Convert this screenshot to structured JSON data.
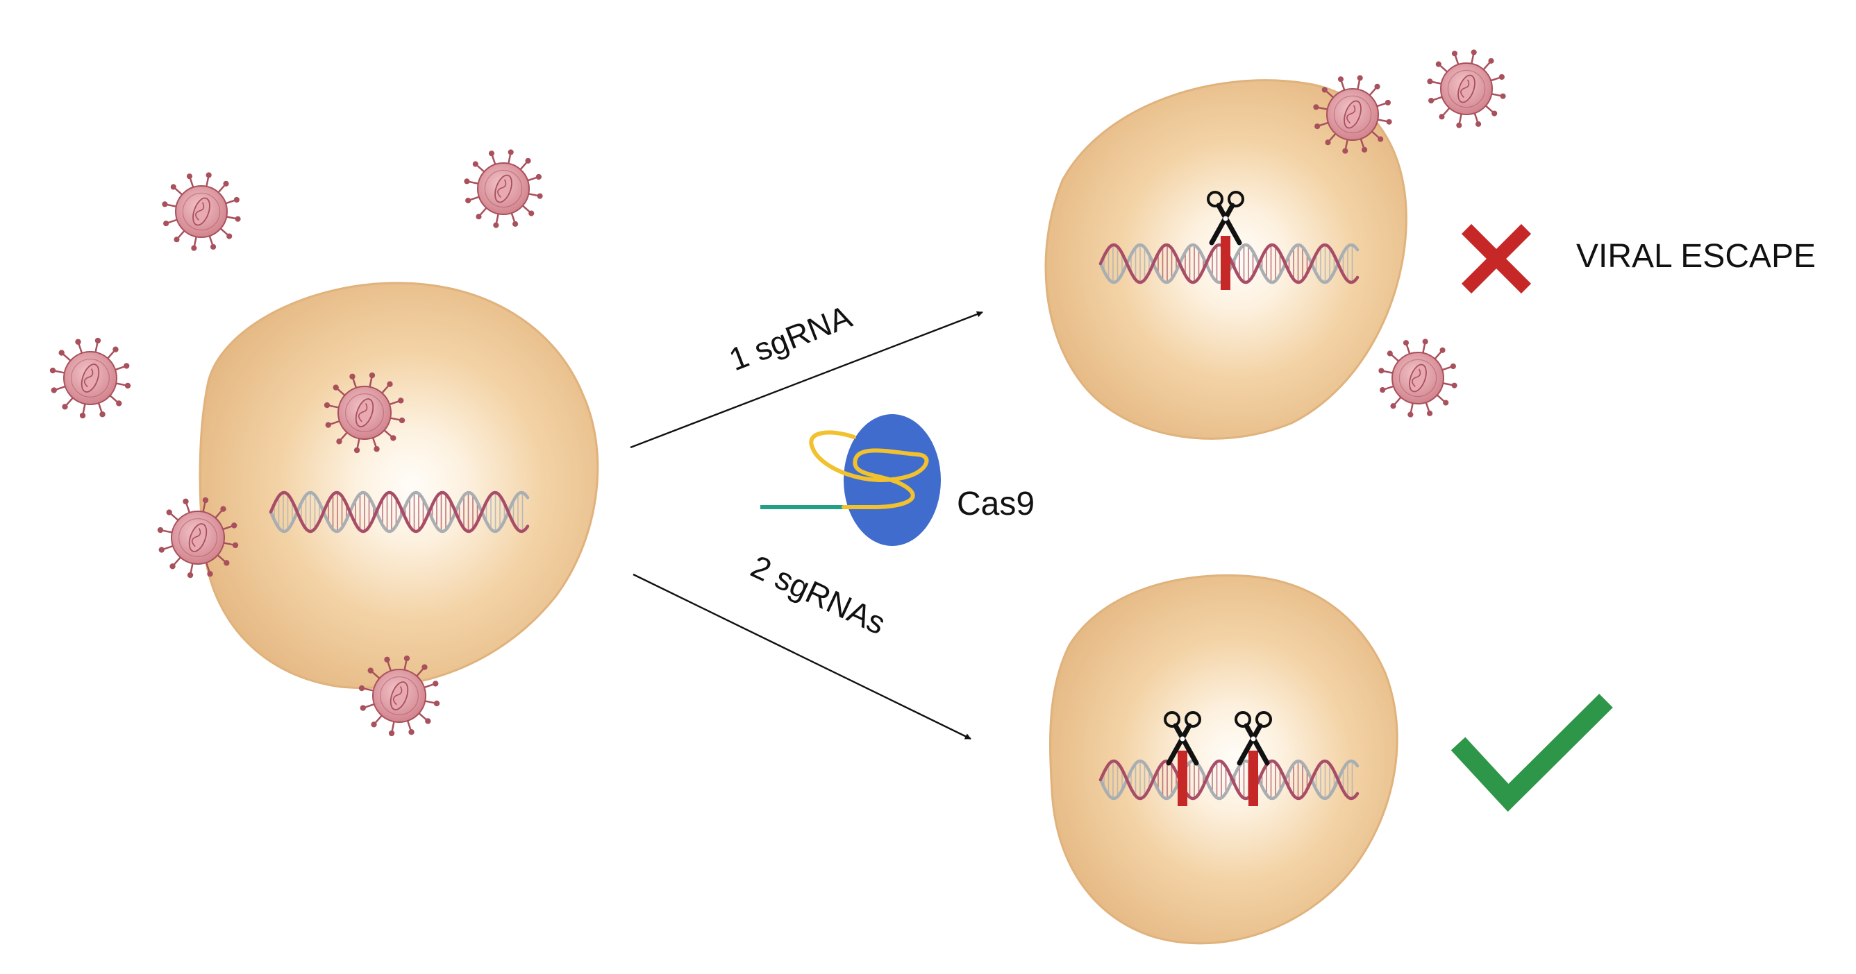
{
  "labels": {
    "one_sgrna": "1 sgRNA",
    "two_sgrnas": "2 sgRNAs",
    "cas9": "Cas9",
    "viral_escape": "VIRAL ESCAPE"
  },
  "icons": {
    "fail": "cross-icon",
    "success": "checkmark-icon",
    "cut": "scissors-icon",
    "virus": "virus-icon"
  },
  "colors": {
    "cell_fill": "#ecc18c",
    "cell_center": "#fffdf9",
    "virus": "#d58a92",
    "virus_dark": "#a8505c",
    "dna_red": "#a84d67",
    "dna_gray": "#a9aeb3",
    "cut_mark": "#c62828",
    "cross": "#c62828",
    "check": "#2e9648",
    "cas9": "#3f6ccd",
    "guide_rna": "#f2c12e",
    "spacer": "#22a085",
    "arrow": "#111111"
  }
}
